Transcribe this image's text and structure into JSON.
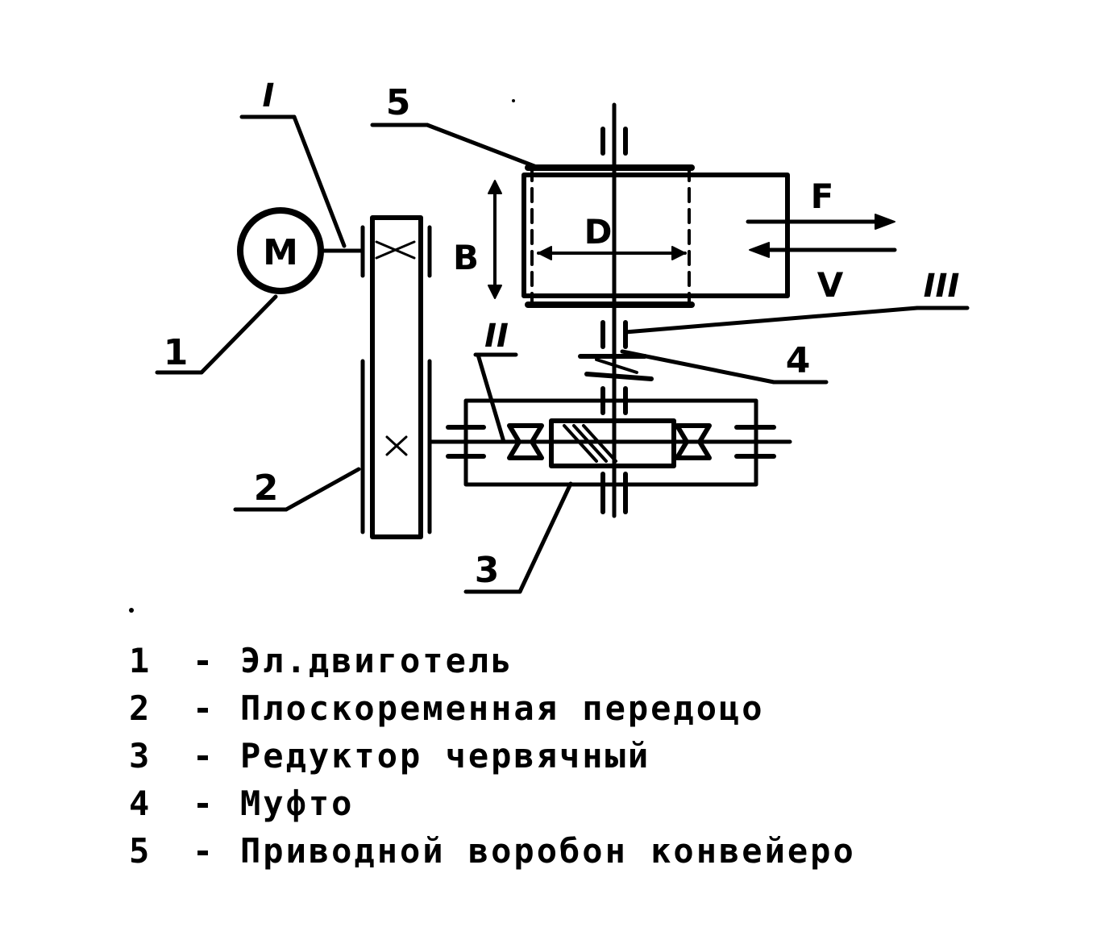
{
  "diagram": {
    "motor_symbol": "M",
    "shaft_labels": {
      "shaft1": "I",
      "shaft2": "II",
      "shaft3": "III"
    },
    "callouts": {
      "c1": "1",
      "c2": "2",
      "c3": "3",
      "c4": "4",
      "c5": "5"
    },
    "dimension_labels": {
      "width": "B",
      "diameter": "D"
    },
    "force_label": "F",
    "velocity_label": "V"
  },
  "legend": {
    "items": [
      {
        "number": "1",
        "dash": "-",
        "text": "Эл.двиготель"
      },
      {
        "number": "2",
        "dash": "-",
        "text": "Плоскоременная передоцо"
      },
      {
        "number": "3",
        "dash": "-",
        "text": "Редуктор червячный"
      },
      {
        "number": "4",
        "dash": "-",
        "text": "Муфто"
      },
      {
        "number": "5",
        "dash": "-",
        "text": "Приводной воробон конвейеро"
      }
    ]
  },
  "colors": {
    "ink": "#000000",
    "paper": "#ffffff"
  }
}
